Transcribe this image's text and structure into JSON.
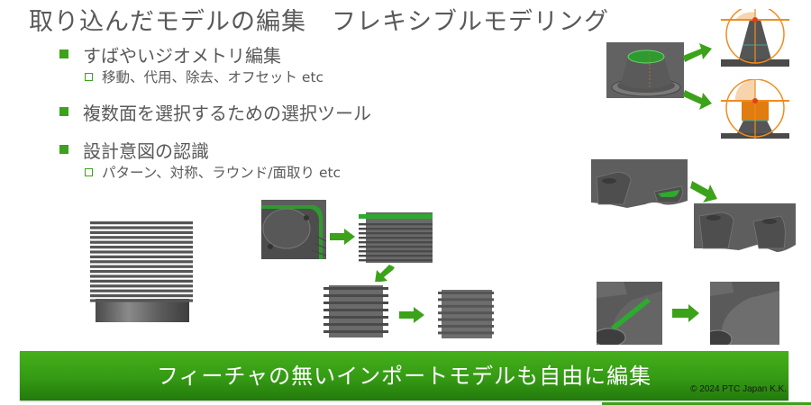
{
  "slide": {
    "title": "取り込んだモデルの編集　フレキシブルモデリング",
    "bullets": [
      {
        "label": "すばやいジオメトリ編集",
        "sub": [
          "移動、代用、除去、オフセット etc"
        ]
      },
      {
        "label": "複数面を選択するための選択ツール",
        "sub": []
      },
      {
        "label": "設計意図の認識",
        "sub": [
          "パターン、対称、ラウンド/面取り etc"
        ]
      }
    ],
    "banner_text": "フィーチャの無いインポートモデルも自由に編集",
    "copyright": "© 2024 PTC Japan K.K."
  },
  "colors": {
    "accent_green": "#3ca21a",
    "model_gray": "#5f5f5f",
    "highlight_green": "#2eaa2e",
    "dragger_orange": "#f08c1e"
  },
  "icons": {
    "bullet_primary": "filled-square",
    "bullet_secondary": "hollow-square",
    "arrow": "green-arrow"
  }
}
